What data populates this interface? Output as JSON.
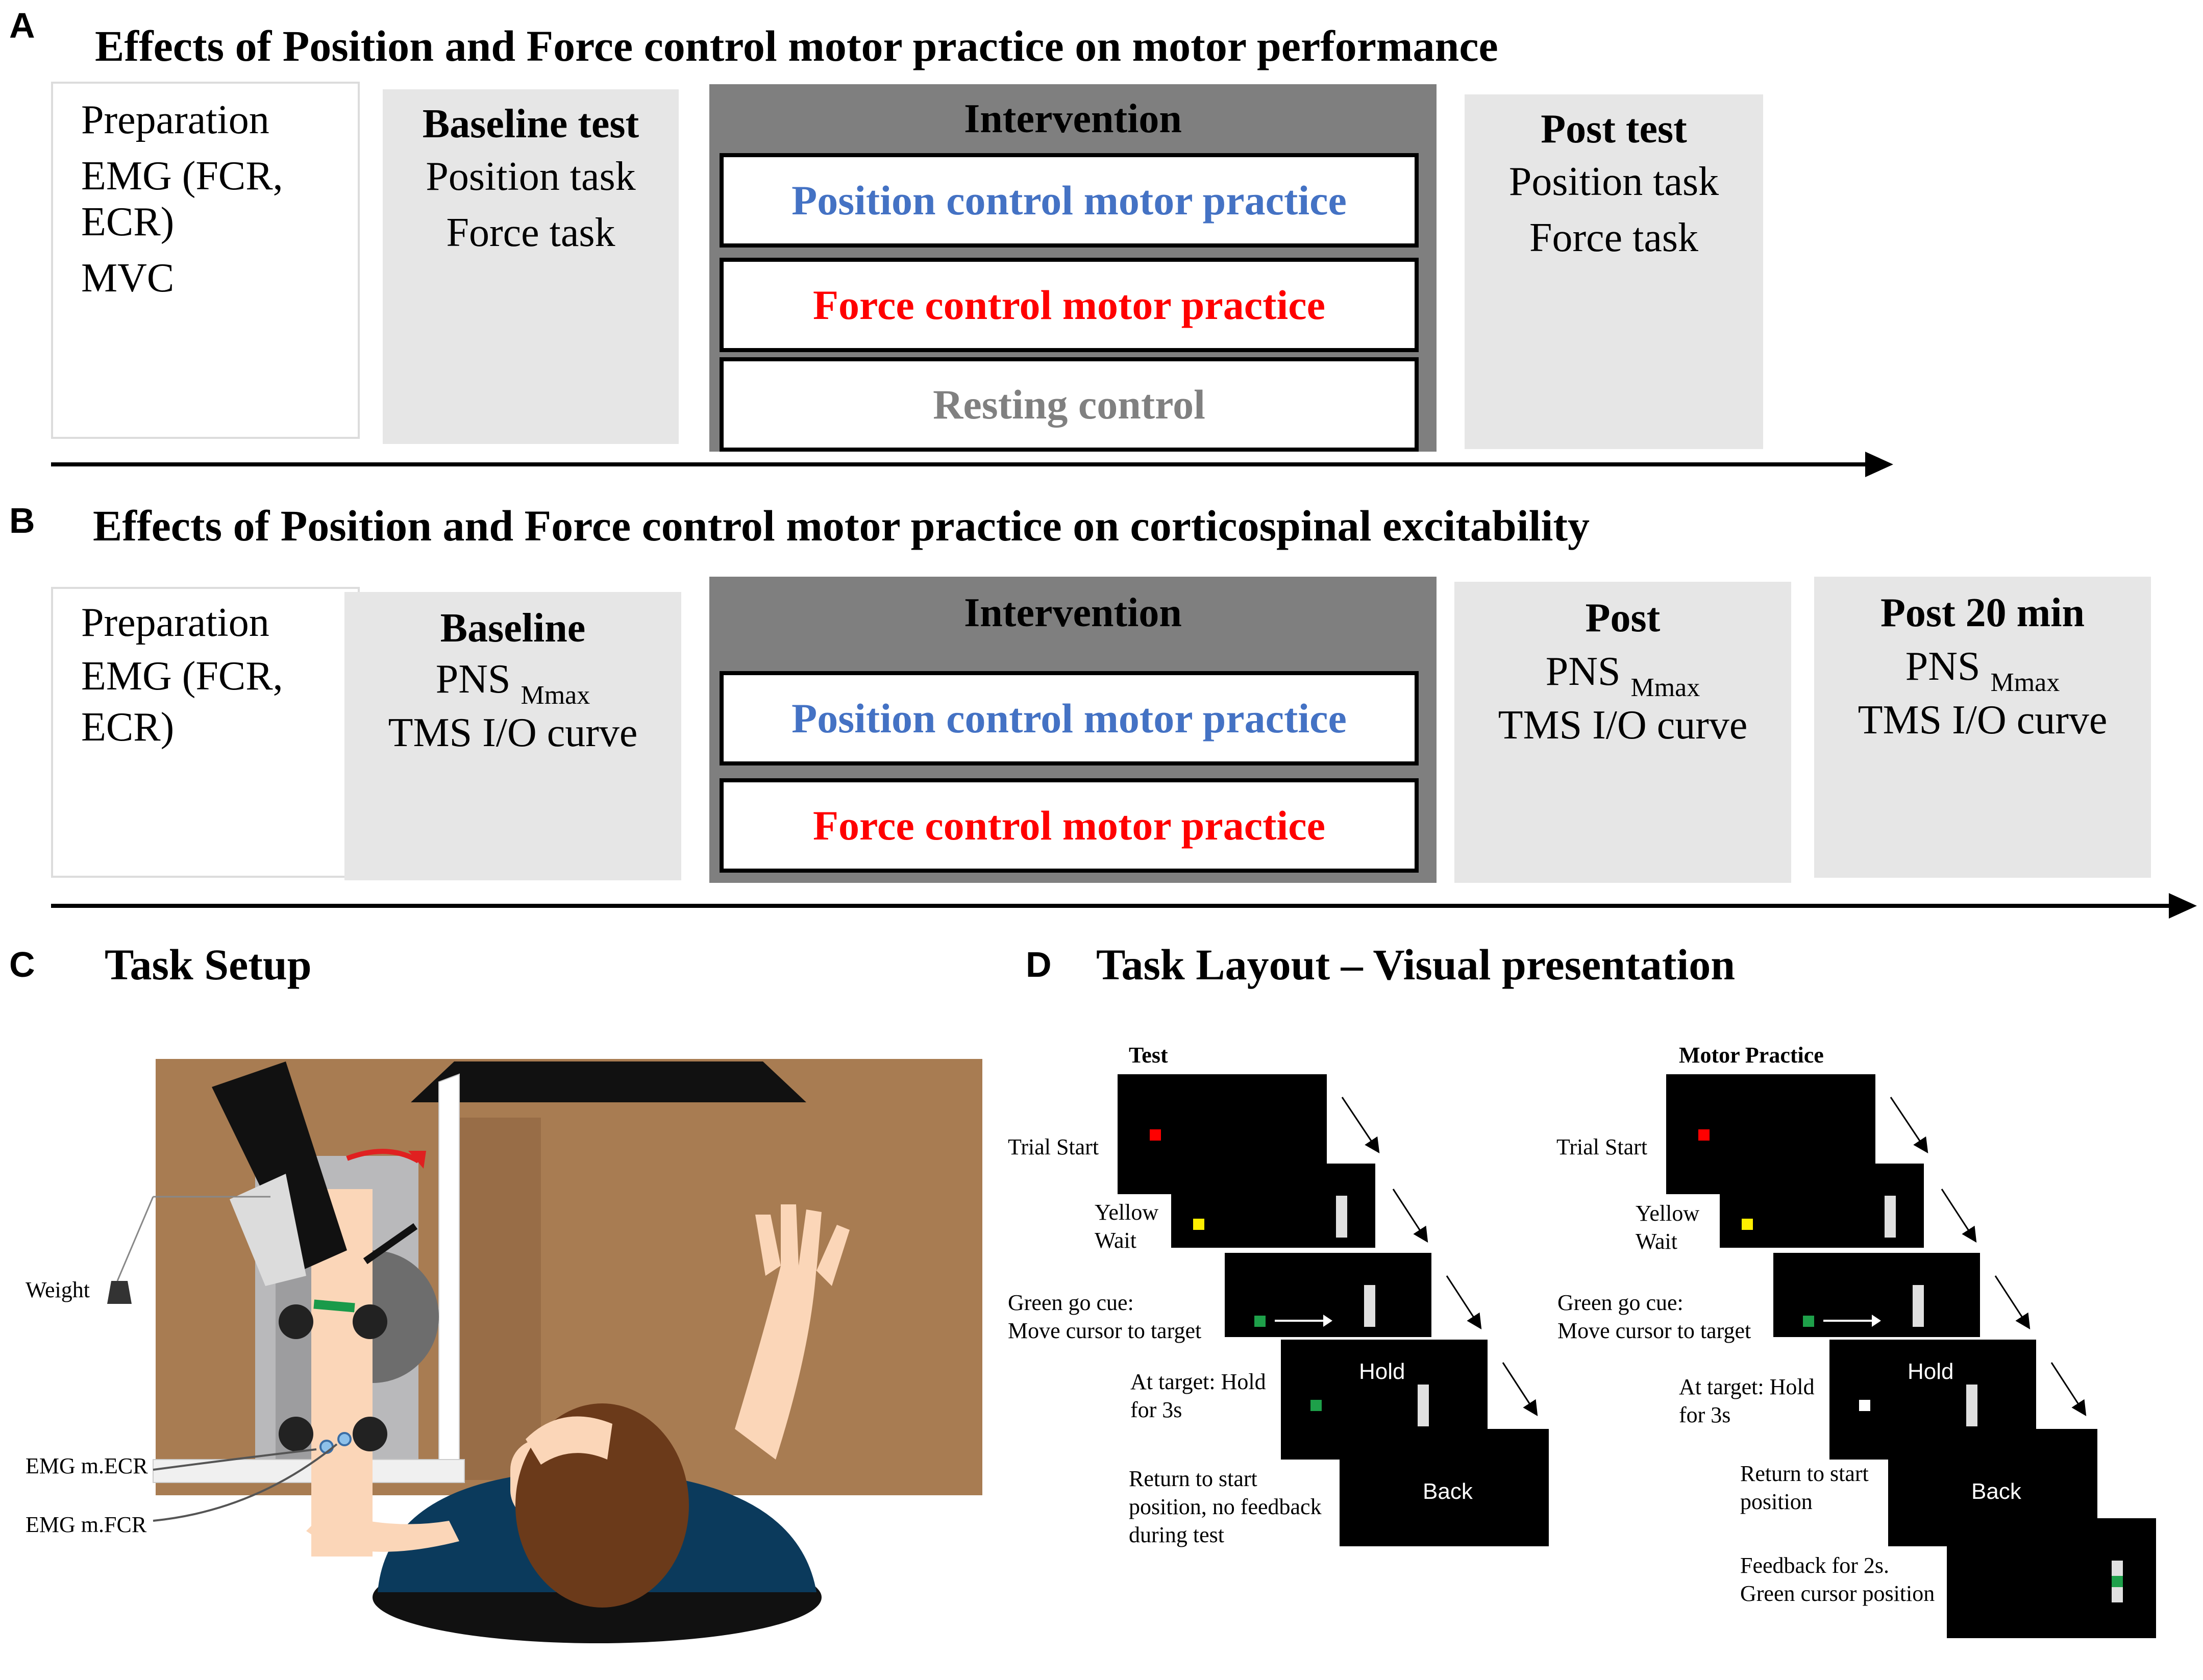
{
  "panelA": {
    "letter": "A",
    "title": "Effects of Position and Force control motor practice on motor performance",
    "prep": [
      "Preparation",
      "EMG (FCR,",
      "ECR)",
      "MVC"
    ],
    "baseline": {
      "title": "Baseline test",
      "lines": [
        "Position task",
        "Force task"
      ]
    },
    "intervention": {
      "title": "Intervention",
      "position": "Position control motor practice",
      "force": "Force control motor practice",
      "rest": "Resting control"
    },
    "post": {
      "title": "Post test",
      "lines": [
        "Position task",
        "Force task"
      ]
    }
  },
  "panelB": {
    "letter": "B",
    "title": "Effects of Position and Force control motor practice on corticospinal excitability",
    "prep": [
      "Preparation",
      "EMG (FCR,",
      "ECR)"
    ],
    "baseline": {
      "title": "Baseline",
      "pns": "PNS",
      "sub": "Mmax",
      "tms": "TMS I/O curve"
    },
    "intervention": {
      "title": "Intervention",
      "position": "Position control motor practice",
      "force": "Force control motor practice"
    },
    "post": {
      "title": "Post",
      "pns": "PNS",
      "sub": "Mmax",
      "tms": "TMS I/O curve"
    },
    "post20": {
      "title": "Post 20 min",
      "pns": "PNS",
      "sub": "Mmax",
      "tms": "TMS I/O curve"
    }
  },
  "panelC": {
    "letter": "C",
    "title": "Task Setup",
    "labels": {
      "weight": "Weight",
      "ecr": "EMG m.ECR",
      "fcr": "EMG m.FCR"
    }
  },
  "panelD": {
    "letter": "D",
    "title": "Task Layout – Visual presentation",
    "test": {
      "title": "Test",
      "steps": [
        "Trial Start",
        "Yellow\nWait",
        "Green go cue:\nMove cursor to target",
        "At target: Hold\nfor 3s",
        "Return to start\nposition, no feedback\nduring test"
      ],
      "hold": "Hold",
      "back": "Back"
    },
    "practice": {
      "title": "Motor Practice",
      "steps": [
        "Trial Start",
        "Yellow\nWait",
        "Green go cue:\nMove cursor to target",
        "At target: Hold\nfor 3s",
        "Return to start\nposition",
        "Feedback for 2s.\nGreen cursor position"
      ],
      "hold": "Hold",
      "back": "Back"
    }
  },
  "colors": {
    "blue": "#4472c4",
    "red": "#ff0000",
    "grey_text": "#808080",
    "light_grey": "#e6e6e6",
    "dark_grey": "#7f7f7f",
    "table": "#a87c52",
    "shirt": "#0b3a5c",
    "hair": "#6b3a1a",
    "skin": "#fbd6b8"
  }
}
